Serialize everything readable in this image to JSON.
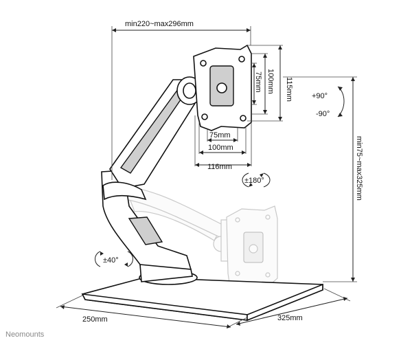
{
  "dimensions": {
    "arm_reach": "min220~max296mm",
    "vesa_height_outer": "115mm",
    "vesa_height_mid": "100mm",
    "vesa_height_inner": "75mm",
    "vesa_width_inner": "75mm",
    "vesa_width_mid": "100mm",
    "vesa_width_outer": "116mm",
    "height_range": "min75~max325mm",
    "base_depth": "250mm",
    "base_width": "325mm"
  },
  "rotations": {
    "tilt_up": "+90°",
    "tilt_down": "-90°",
    "swivel": "±180°",
    "base_swivel": "±40°"
  },
  "brand": "Neomounts"
}
